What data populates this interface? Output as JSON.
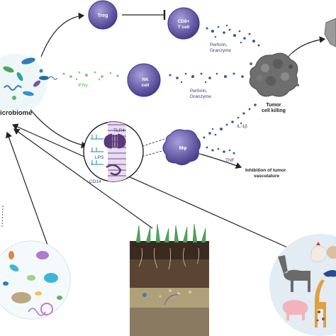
{
  "cells": {
    "treg": "Treg",
    "cd8_line1": "CD8+",
    "cd8_line2": "T cell",
    "nk_line1": "NK",
    "nk_line2": "cell",
    "macrophage": "Mφ"
  },
  "labels": {
    "perforin_top_1": "Perforin,",
    "perforin_top_2": "Granzyme",
    "perforin_mid_1": "Perforin,",
    "perforin_mid_2": "Granzyme",
    "ifn": "IFNγ",
    "tumor_1": "Tumor",
    "tumor_2": "cell killing",
    "il1b": "IL-1β",
    "tnf": "TNF",
    "inhibition_1": "Inhibition of tumor",
    "inhibition_2": "vasculature",
    "microbiome": "icrobiome",
    "tlr4": "TLR4",
    "lps": "LPS",
    "cd14": "CD14"
  },
  "colors": {
    "cell_purple": "#5b4e9c",
    "cell_purple_light": "#8a7fc4",
    "dots_blue": "#3e4fa0",
    "dots_green": "#7dc46c",
    "ifn_text": "#5dac4e",
    "tumor_gray": "#6a6a6a",
    "tlr_purple": "#5a3a7a"
  }
}
